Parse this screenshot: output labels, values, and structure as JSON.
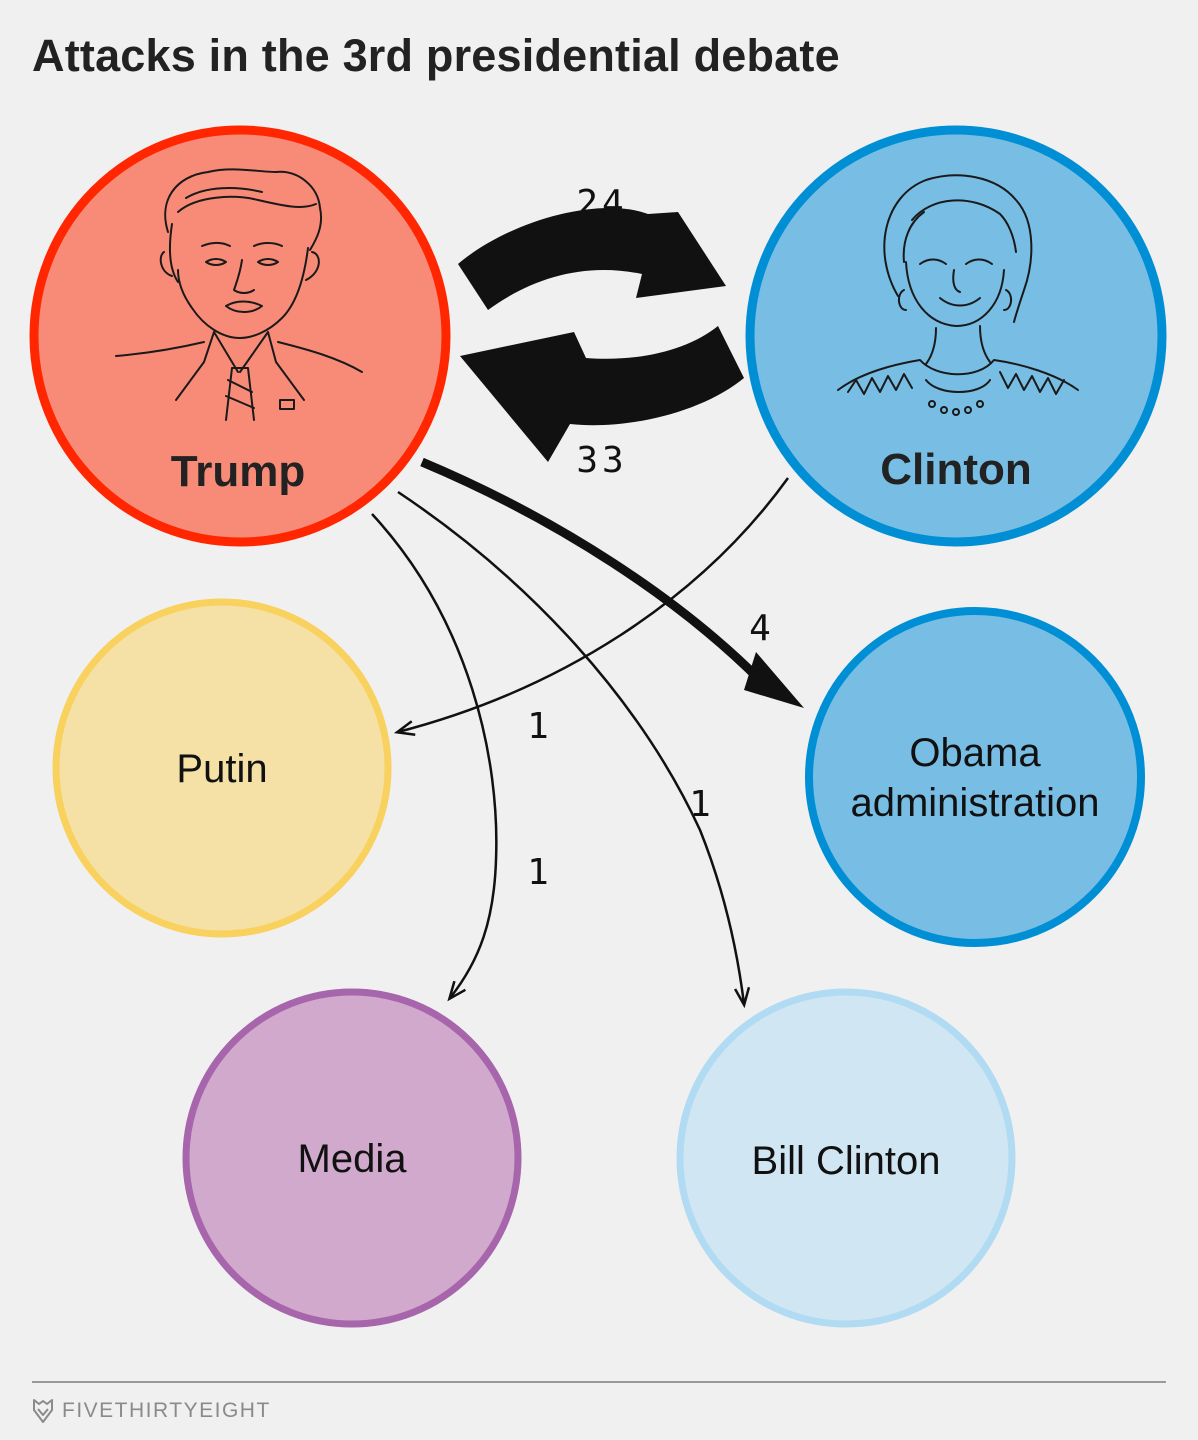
{
  "title": "Attacks in the 3rd presidential debate",
  "colors": {
    "trump_fill": "#f88b78",
    "trump_stroke": "#ff2600",
    "clinton_fill": "#78bde3",
    "clinton_stroke": "#008fd5",
    "putin_fill": "#f5e0a6",
    "putin_stroke": "#f8d15f",
    "obama_fill": "#78bde3",
    "obama_stroke": "#008fd5",
    "media_fill": "#d0a9cc",
    "media_stroke": "#a765ab",
    "bill_fill": "#d0e6f2",
    "bill_stroke": "#b0dbf2",
    "arrow": "#111111"
  },
  "nodes": {
    "trump": {
      "label": "Trump",
      "icon": "trump-portrait-sketch"
    },
    "clinton": {
      "label": "Clinton",
      "icon": "clinton-portrait-sketch"
    },
    "putin": {
      "label": "Putin"
    },
    "obama": {
      "label_line1": "Obama",
      "label_line2": "administration"
    },
    "media": {
      "label": "Media"
    },
    "bill": {
      "label": "Bill Clinton"
    }
  },
  "edges": [
    {
      "from": "Trump",
      "to": "Clinton",
      "count": "24"
    },
    {
      "from": "Clinton",
      "to": "Trump",
      "count": "33"
    },
    {
      "from": "Trump",
      "to": "Obama administration",
      "count": "4"
    },
    {
      "from": "Clinton",
      "to": "Putin",
      "count": "1"
    },
    {
      "from": "Trump",
      "to": "Media",
      "count": "1"
    },
    {
      "from": "Trump",
      "to": "Bill Clinton",
      "count": "1"
    }
  ],
  "footer": {
    "brand": "FIVETHIRTYEIGHT",
    "icon": "fox-logo"
  }
}
